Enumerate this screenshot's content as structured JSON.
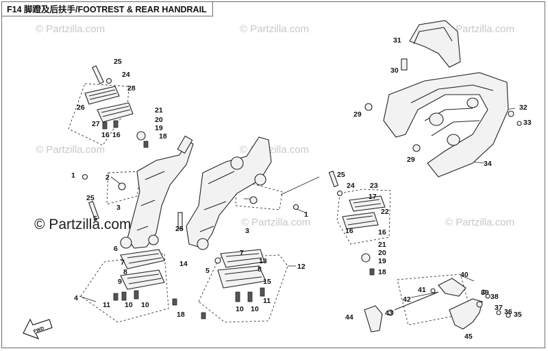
{
  "title": "F14 脚蹬及后扶手/FOOTREST & REAR HANDRAIL",
  "watermarks": [
    {
      "text": "© Partzilla.com",
      "style": "faint"
    },
    {
      "text": "© Partzilla.com",
      "style": "faint"
    },
    {
      "text": "© Partzilla.com",
      "style": "faint"
    },
    {
      "text": "© Partzilla.com",
      "style": "faint"
    },
    {
      "text": "© Partzilla.com",
      "style": "bold"
    },
    {
      "text": "© Partzilla.com",
      "style": "faint"
    },
    {
      "text": "© Partzilla.com",
      "style": "faint"
    },
    {
      "text": "© Partzilla.com",
      "style": "faint"
    }
  ],
  "fwd_label": "FWD",
  "callouts": [
    "25",
    "24",
    "28",
    "26",
    "21",
    "20",
    "19",
    "27",
    "16",
    "16",
    "18",
    "1",
    "2",
    "3",
    "25",
    "25",
    "5",
    "6",
    "7",
    "8",
    "9",
    "4",
    "11",
    "10",
    "10",
    "18",
    "14",
    "13",
    "12",
    "8",
    "3",
    "1",
    "25",
    "24",
    "23",
    "17",
    "22",
    "16",
    "16",
    "21",
    "20",
    "19",
    "18",
    "11",
    "10",
    "10",
    "15",
    "5",
    "7",
    "31",
    "30",
    "29",
    "32",
    "33",
    "34",
    "29",
    "40",
    "39",
    "38",
    "41",
    "37",
    "36",
    "35",
    "42",
    "43",
    "44",
    "45"
  ]
}
